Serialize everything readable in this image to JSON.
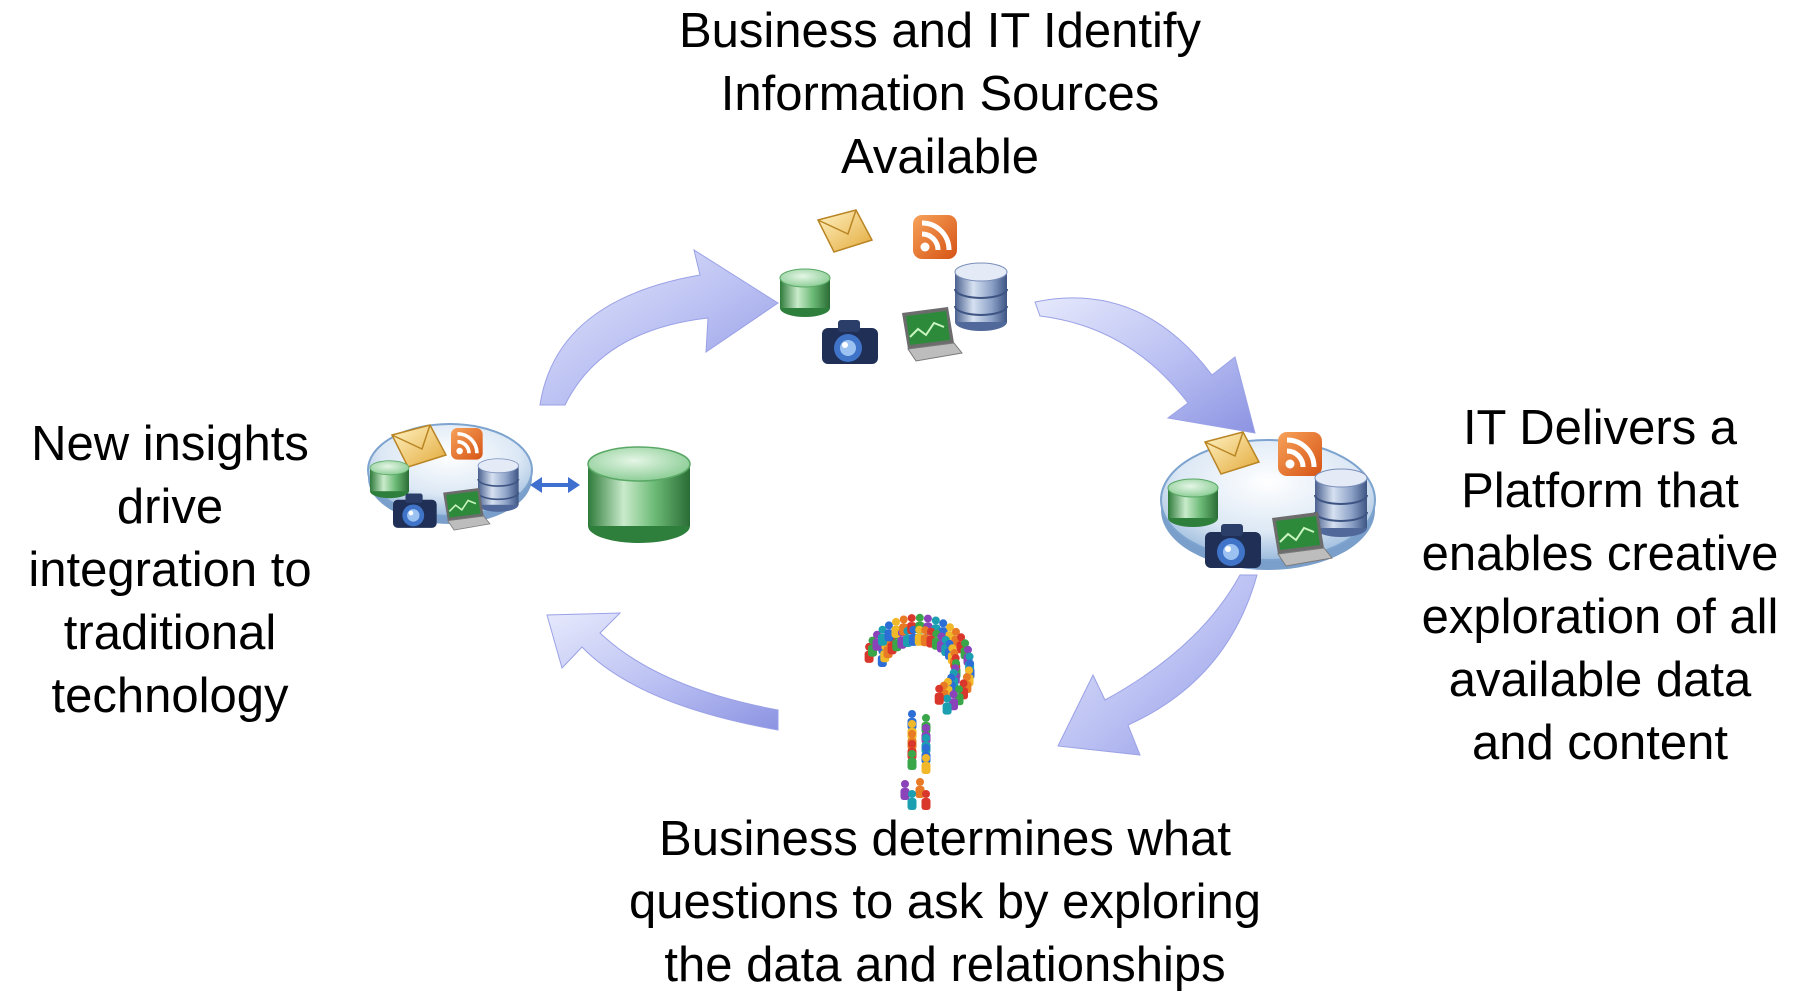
{
  "labels": {
    "top": [
      "Business and IT Identify",
      "Information Sources",
      "Available"
    ],
    "right": [
      "IT Delivers a",
      "Platform that",
      "enables creative",
      "exploration of all",
      "available data",
      "and content"
    ],
    "bottom": [
      "Business determines what",
      "questions to ask by exploring",
      "the data and relationships"
    ],
    "left": [
      "New insights",
      "drive",
      "integration to",
      "traditional",
      "technology"
    ]
  },
  "colors": {
    "arrow_fill": "#b9bff2",
    "arrow_dark": "#8c93e2",
    "cylinder_green": "#3f9b4f",
    "cylinder_green_light": "#c9ebcb",
    "cylinder_blue": "#5a76ad",
    "cylinder_blue_light": "#d6e1f1",
    "envelope": "#f2c45a",
    "rss_orange": "#e8692a",
    "platform_blue": "#8fb2d8",
    "link_arrow": "#3f6fcf"
  },
  "icons": {
    "envelope": "envelope-icon",
    "rss": "rss-icon",
    "database": "database-icon",
    "camera": "camera-icon",
    "laptop": "laptop-icon",
    "crowd_question": "question-mark-crowd-icon"
  }
}
